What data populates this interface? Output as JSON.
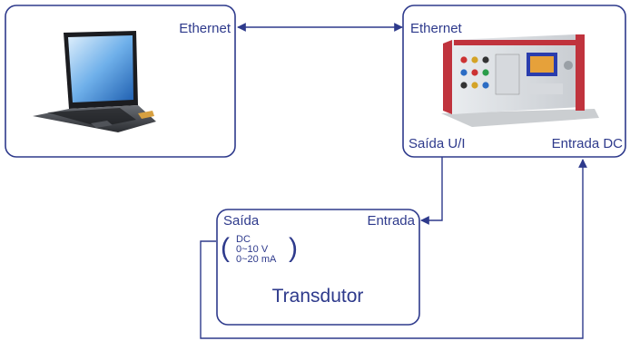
{
  "laptop_box": {
    "port_label": "Ethernet",
    "icon": "laptop-icon"
  },
  "test_set_box": {
    "port_top": "Ethernet",
    "port_out": "Saída U/I",
    "port_in": "Entrada DC",
    "icon": "relay-test-set-icon"
  },
  "transducer_box": {
    "output_label": "Saída",
    "input_label": "Entrada",
    "signal_lines": [
      "DC",
      "0~10 V",
      "0~20 mA"
    ],
    "name": "Transdutor"
  },
  "colors": {
    "line": "#2e3a8c",
    "text": "#2e3a8c",
    "device_red": "#c0333d"
  }
}
